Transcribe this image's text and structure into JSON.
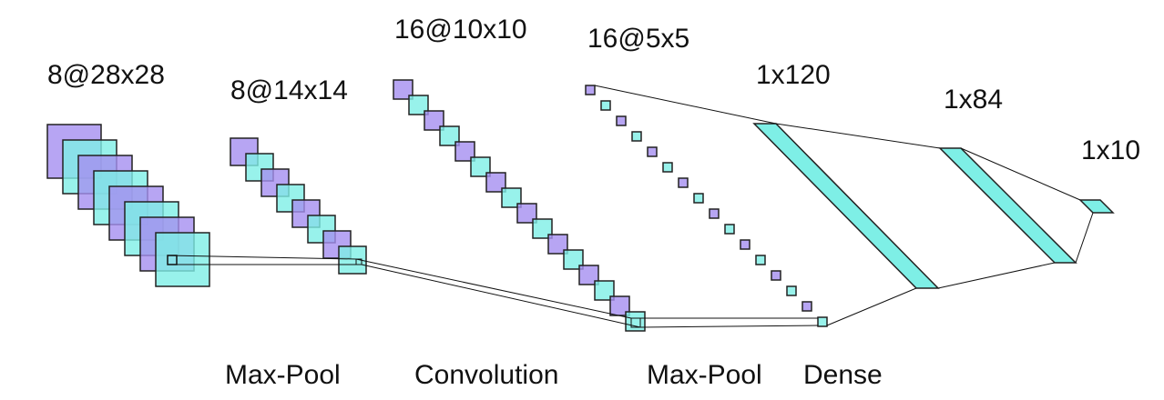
{
  "layers": [
    {
      "id": "input",
      "label": "8@28x28",
      "count": 8
    },
    {
      "id": "pool1",
      "label": "8@14x14",
      "count": 8
    },
    {
      "id": "conv2",
      "label": "16@10x10",
      "count": 16
    },
    {
      "id": "pool2",
      "label": "16@5x5",
      "count": 16
    },
    {
      "id": "dense1",
      "label": "1x120"
    },
    {
      "id": "dense2",
      "label": "1x84"
    },
    {
      "id": "output",
      "label": "1x10"
    }
  ],
  "operations": [
    {
      "id": "op-maxpool-1",
      "label": "Max-Pool"
    },
    {
      "id": "op-convolution",
      "label": "Convolution"
    },
    {
      "id": "op-maxpool-2",
      "label": "Max-Pool"
    },
    {
      "id": "op-dense",
      "label": "Dense"
    }
  ],
  "colors": {
    "purple": "#a58ef0",
    "cyan": "#7eefe6",
    "stroke": "#222222"
  }
}
